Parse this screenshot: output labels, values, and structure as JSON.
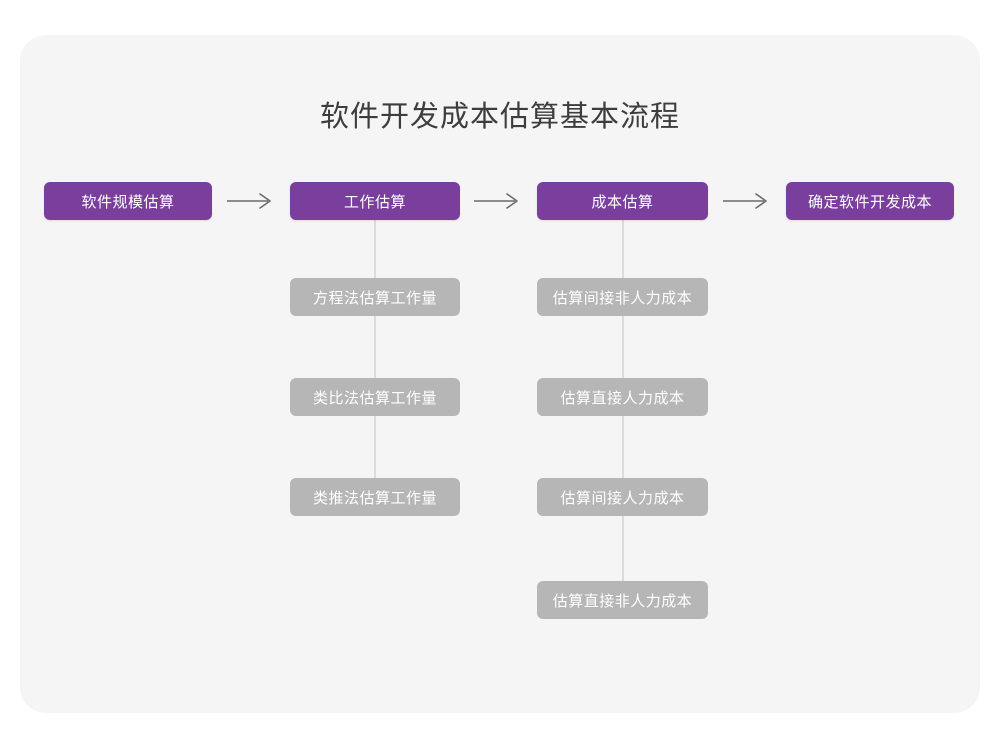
{
  "diagram": {
    "title": "软件开发成本估算基本流程",
    "type": "flowchart",
    "colors": {
      "background": "#ffffff",
      "card": "#f5f5f5",
      "stage": "#7a3f9d",
      "substep": "#b6b6b6",
      "connector": "#dcdcdc",
      "arrow": "#6b6b6b",
      "title_text": "#3d3d3d",
      "box_text": "#ffffff"
    },
    "stages": [
      {
        "label": "软件规模估算"
      },
      {
        "label": "工作估算"
      },
      {
        "label": "成本估算"
      },
      {
        "label": "确定软件开发成本"
      }
    ],
    "arrows": [
      {
        "name": "arrow-right-icon",
        "from": "软件规模估算",
        "to": "工作估算"
      },
      {
        "name": "arrow-right-icon",
        "from": "工作估算",
        "to": "成本估算"
      },
      {
        "name": "arrow-right-icon",
        "from": "成本估算",
        "to": "确定软件开发成本"
      }
    ],
    "branches": [
      {
        "parent": "工作估算",
        "substeps": [
          {
            "label": "方程法估算工作量"
          },
          {
            "label": "类比法估算工作量"
          },
          {
            "label": "类推法估算工作量"
          }
        ]
      },
      {
        "parent": "成本估算",
        "substeps": [
          {
            "label": "估算间接非人力成本"
          },
          {
            "label": "估算直接人力成本"
          },
          {
            "label": "估算间接人力成本"
          },
          {
            "label": "估算直接非人力成本"
          }
        ]
      }
    ]
  }
}
